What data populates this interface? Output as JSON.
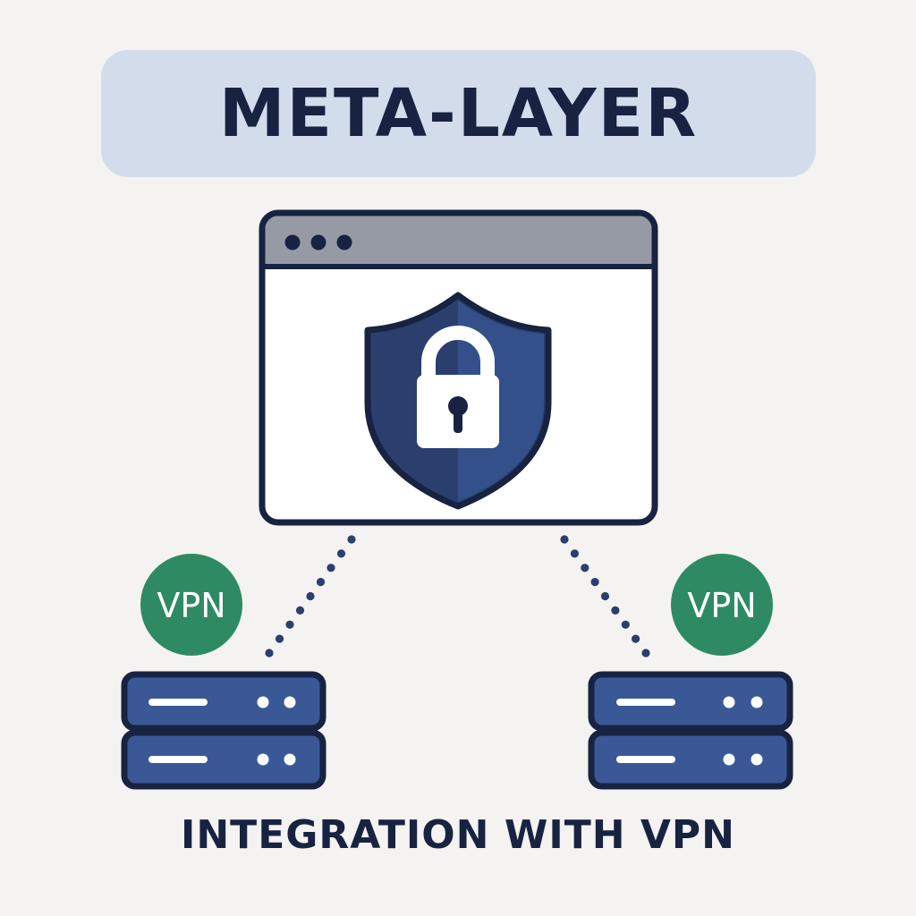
{
  "banner": {
    "title": "META-LAYER"
  },
  "badges": {
    "left_label": "VPN",
    "right_label": "VPN"
  },
  "caption": "INTEGRATION WITH VPN",
  "colors": {
    "background": "#f4f3f1",
    "banner_fill": "#d3dcea",
    "outline": "#172341",
    "browser_titlebar": "#959aa5",
    "shield_dark": "#2a3f6e",
    "shield_light": "#33508a",
    "lock": "#ffffff",
    "server_fill": "#3a5896",
    "vpn_badge": "#2e8a63",
    "dotted_link": "#2a3f6e"
  },
  "icons": {
    "window": "browser-window-icon",
    "shield": "shield-icon",
    "lock": "padlock-icon",
    "server": "server-rack-icon",
    "link": "dotted-connection-line"
  }
}
